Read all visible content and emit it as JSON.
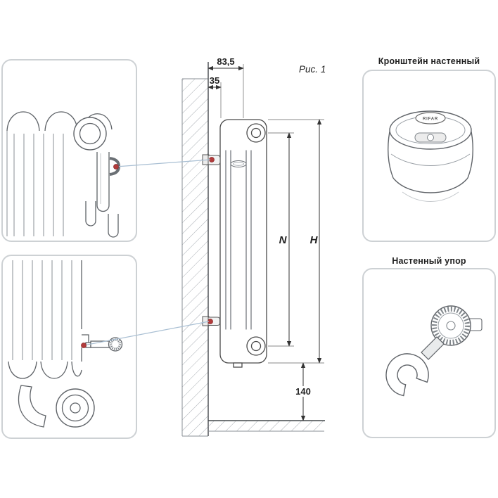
{
  "figure": {
    "caption": "Рис. 1"
  },
  "dimensions": {
    "wall_to_axis": "83,5",
    "wall_to_radiator": "35",
    "axis_distance": "N",
    "radiator_height": "H",
    "floor_clearance": "140"
  },
  "callouts": {
    "bracket_title": "Кронштейн настенный",
    "stop_title": "Настенный упор"
  },
  "brand": {
    "logo": "RIFAR"
  },
  "colors": {
    "accent_dot": "#b23b3b",
    "connector_line": "#a9bfd3",
    "drawing_line": "#4a4a4a",
    "hatch": "#a8adb3",
    "panel_border": "#cdd1d4"
  }
}
